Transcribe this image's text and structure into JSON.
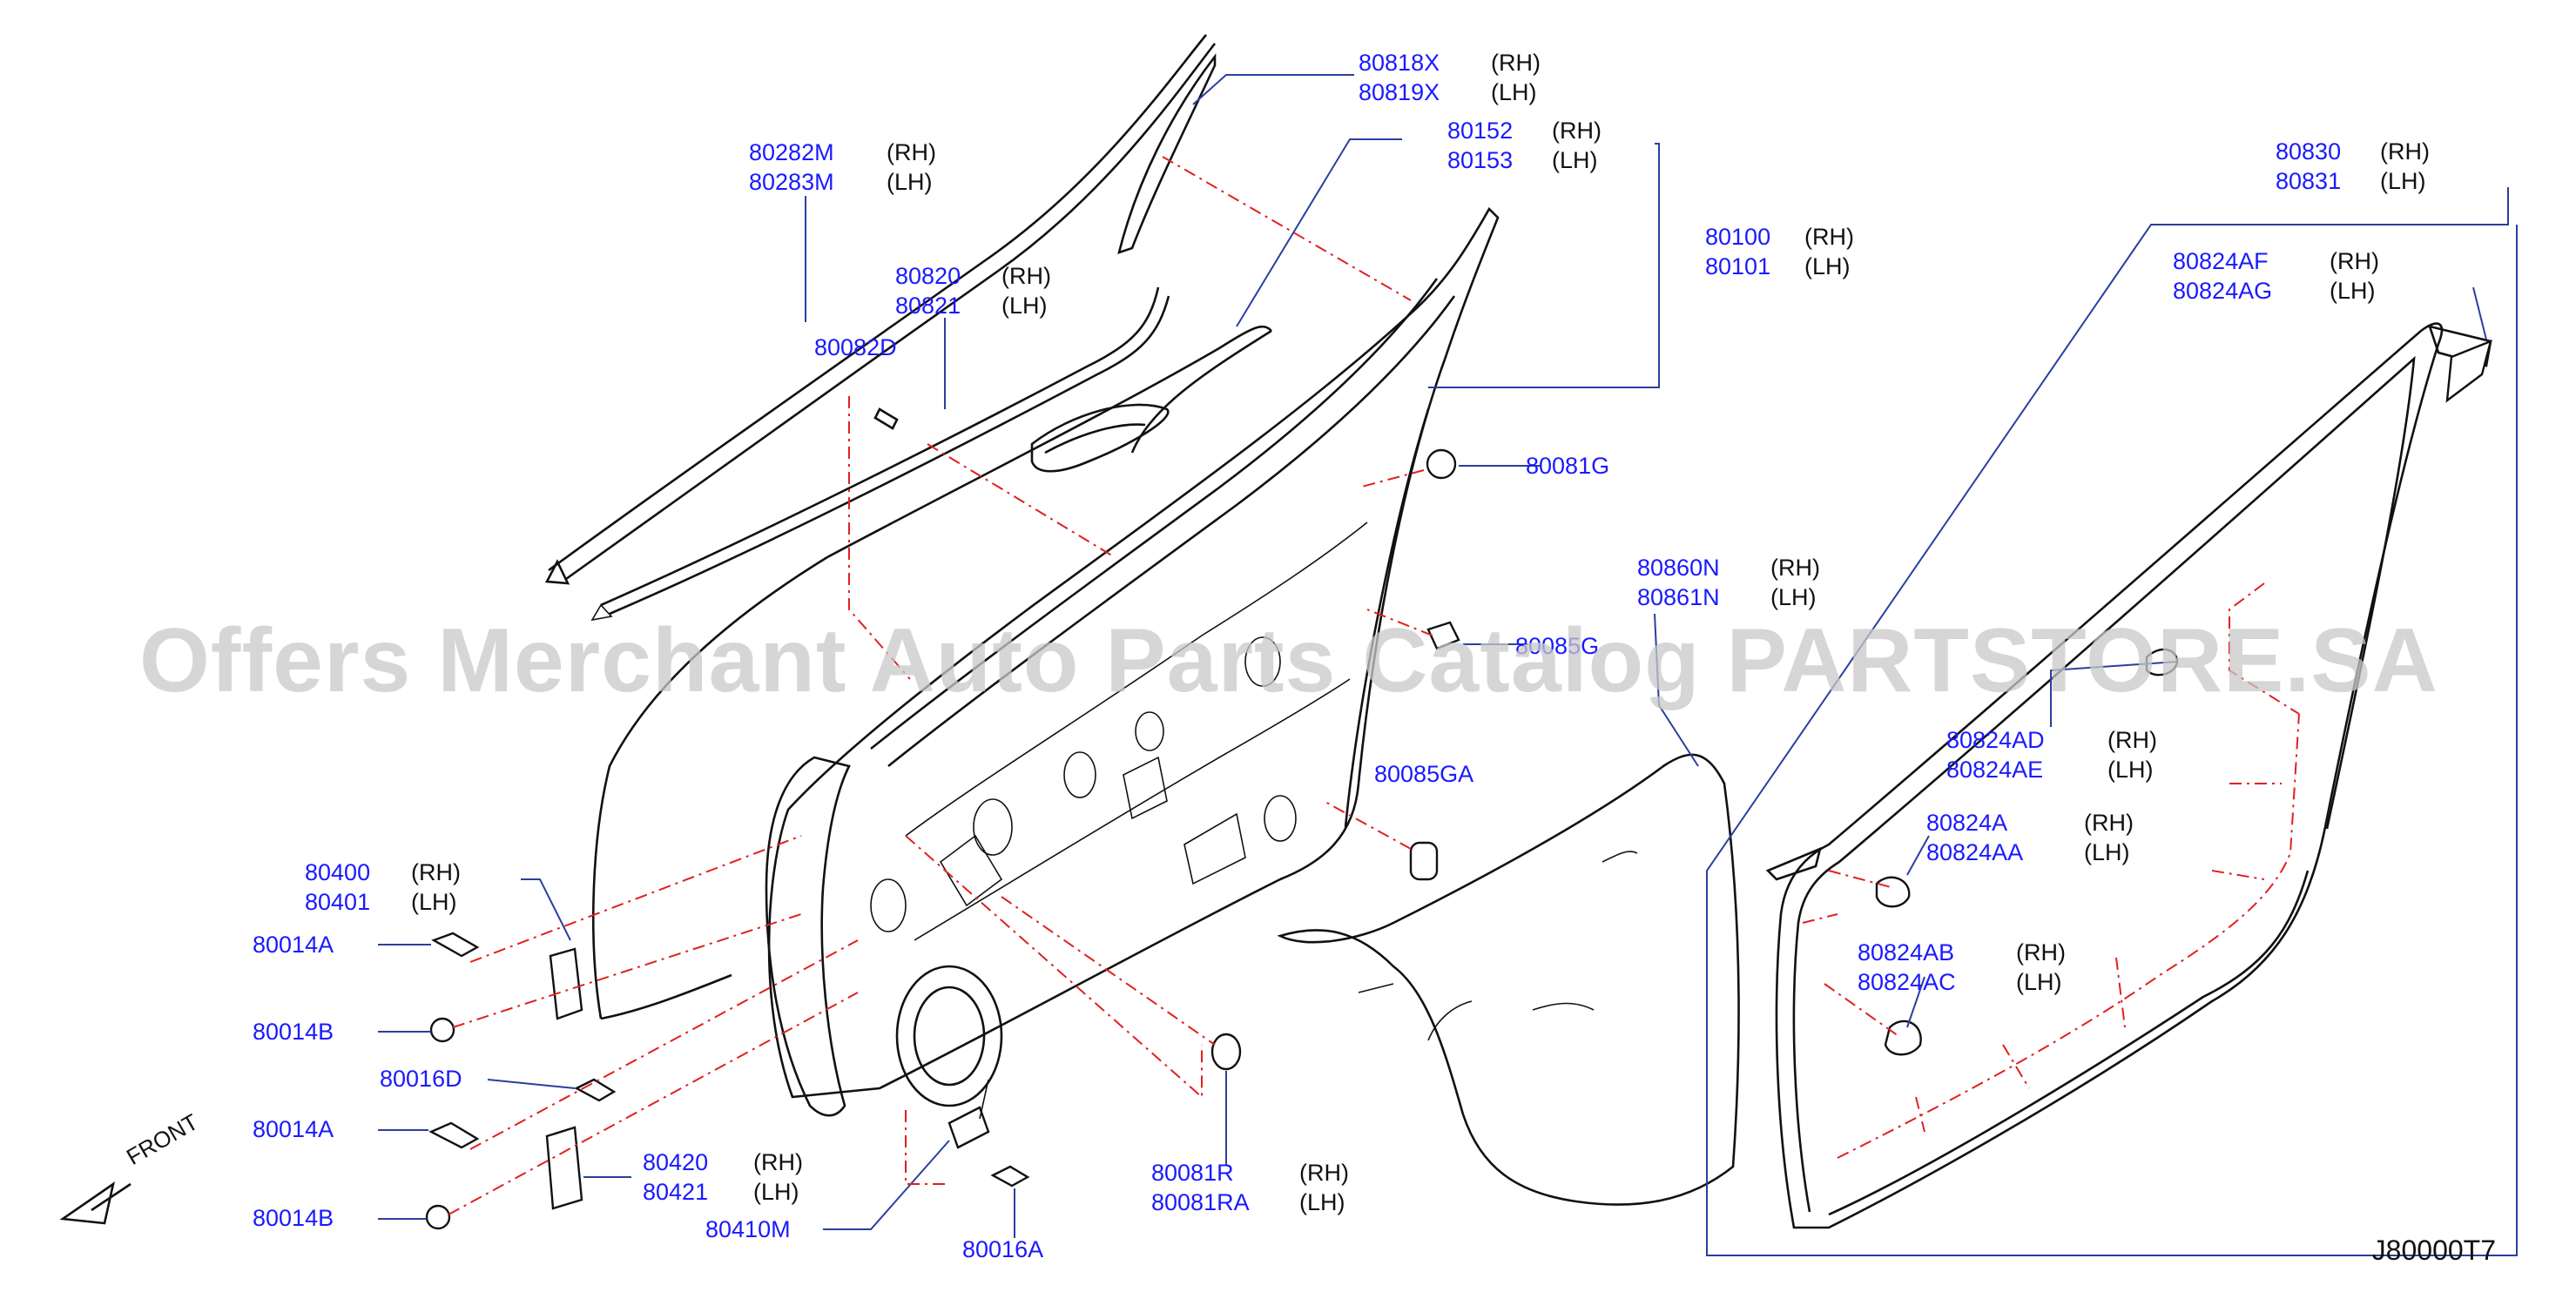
{
  "callouts": [
    {
      "id": "c1",
      "nums": [
        "80818X",
        "80819X"
      ],
      "sides": [
        "(RH)",
        "(LH)"
      ]
    },
    {
      "id": "c2",
      "nums": [
        "80152",
        "80153"
      ],
      "sides": [
        "(RH)",
        "(LH)"
      ]
    },
    {
      "id": "c3",
      "nums": [
        "80282M",
        "80283M"
      ],
      "sides": [
        "(RH)",
        "(LH)"
      ]
    },
    {
      "id": "c4",
      "nums": [
        "80100",
        "80101"
      ],
      "sides": [
        "(RH)",
        "(LH)"
      ]
    },
    {
      "id": "c5",
      "nums": [
        "80820",
        "80821"
      ],
      "sides": [
        "(RH)",
        "(LH)"
      ]
    },
    {
      "id": "c6",
      "nums": [
        "80082D"
      ],
      "sides": []
    },
    {
      "id": "c7",
      "nums": [
        "80081G"
      ],
      "sides": []
    },
    {
      "id": "c8",
      "nums": [
        "80830",
        "80831"
      ],
      "sides": [
        "(RH)",
        "(LH)"
      ]
    },
    {
      "id": "c9",
      "nums": [
        "80824AF",
        "80824AG"
      ],
      "sides": [
        "(RH)",
        "(LH)"
      ]
    },
    {
      "id": "c10",
      "nums": [
        "80860N",
        "80861N"
      ],
      "sides": [
        "(RH)",
        "(LH)"
      ]
    },
    {
      "id": "c11",
      "nums": [
        "80085G"
      ],
      "sides": []
    },
    {
      "id": "c12",
      "nums": [
        "80824AD",
        "80824AE"
      ],
      "sides": [
        "(RH)",
        "(LH)"
      ]
    },
    {
      "id": "c13",
      "nums": [
        "80085GA"
      ],
      "sides": []
    },
    {
      "id": "c14",
      "nums": [
        "80824A",
        "80824AA"
      ],
      "sides": [
        "(RH)",
        "(LH)"
      ]
    },
    {
      "id": "c15",
      "nums": [
        "80400",
        "80401"
      ],
      "sides": [
        "(RH)",
        "(LH)"
      ]
    },
    {
      "id": "c16",
      "nums": [
        "80824AB",
        "80824AC"
      ],
      "sides": [
        "(RH)",
        "(LH)"
      ]
    },
    {
      "id": "c17",
      "nums": [
        "80014A"
      ],
      "sides": []
    },
    {
      "id": "c18",
      "nums": [
        "80014B"
      ],
      "sides": []
    },
    {
      "id": "c19",
      "nums": [
        "80016D"
      ],
      "sides": []
    },
    {
      "id": "c20",
      "nums": [
        "80014A"
      ],
      "sides": []
    },
    {
      "id": "c21",
      "nums": [
        "80420",
        "80421"
      ],
      "sides": [
        "(RH)",
        "(LH)"
      ]
    },
    {
      "id": "c22",
      "nums": [
        "80081R",
        "80081RA"
      ],
      "sides": [
        "(RH)",
        "(LH)"
      ]
    },
    {
      "id": "c23",
      "nums": [
        "80014B"
      ],
      "sides": []
    },
    {
      "id": "c24",
      "nums": [
        "80410M"
      ],
      "sides": []
    },
    {
      "id": "c25",
      "nums": [
        "80016A"
      ],
      "sides": []
    }
  ],
  "watermark": "Offers Merchant Auto Parts Catalog PARTSTORE.SA",
  "front_label": "FRONT",
  "diagram_code": "J80000T7",
  "colors": {
    "part_number": "#1a1aff",
    "leader": "#2a3f9e",
    "dash": "#e02020",
    "watermark": "#c9c9c9"
  }
}
